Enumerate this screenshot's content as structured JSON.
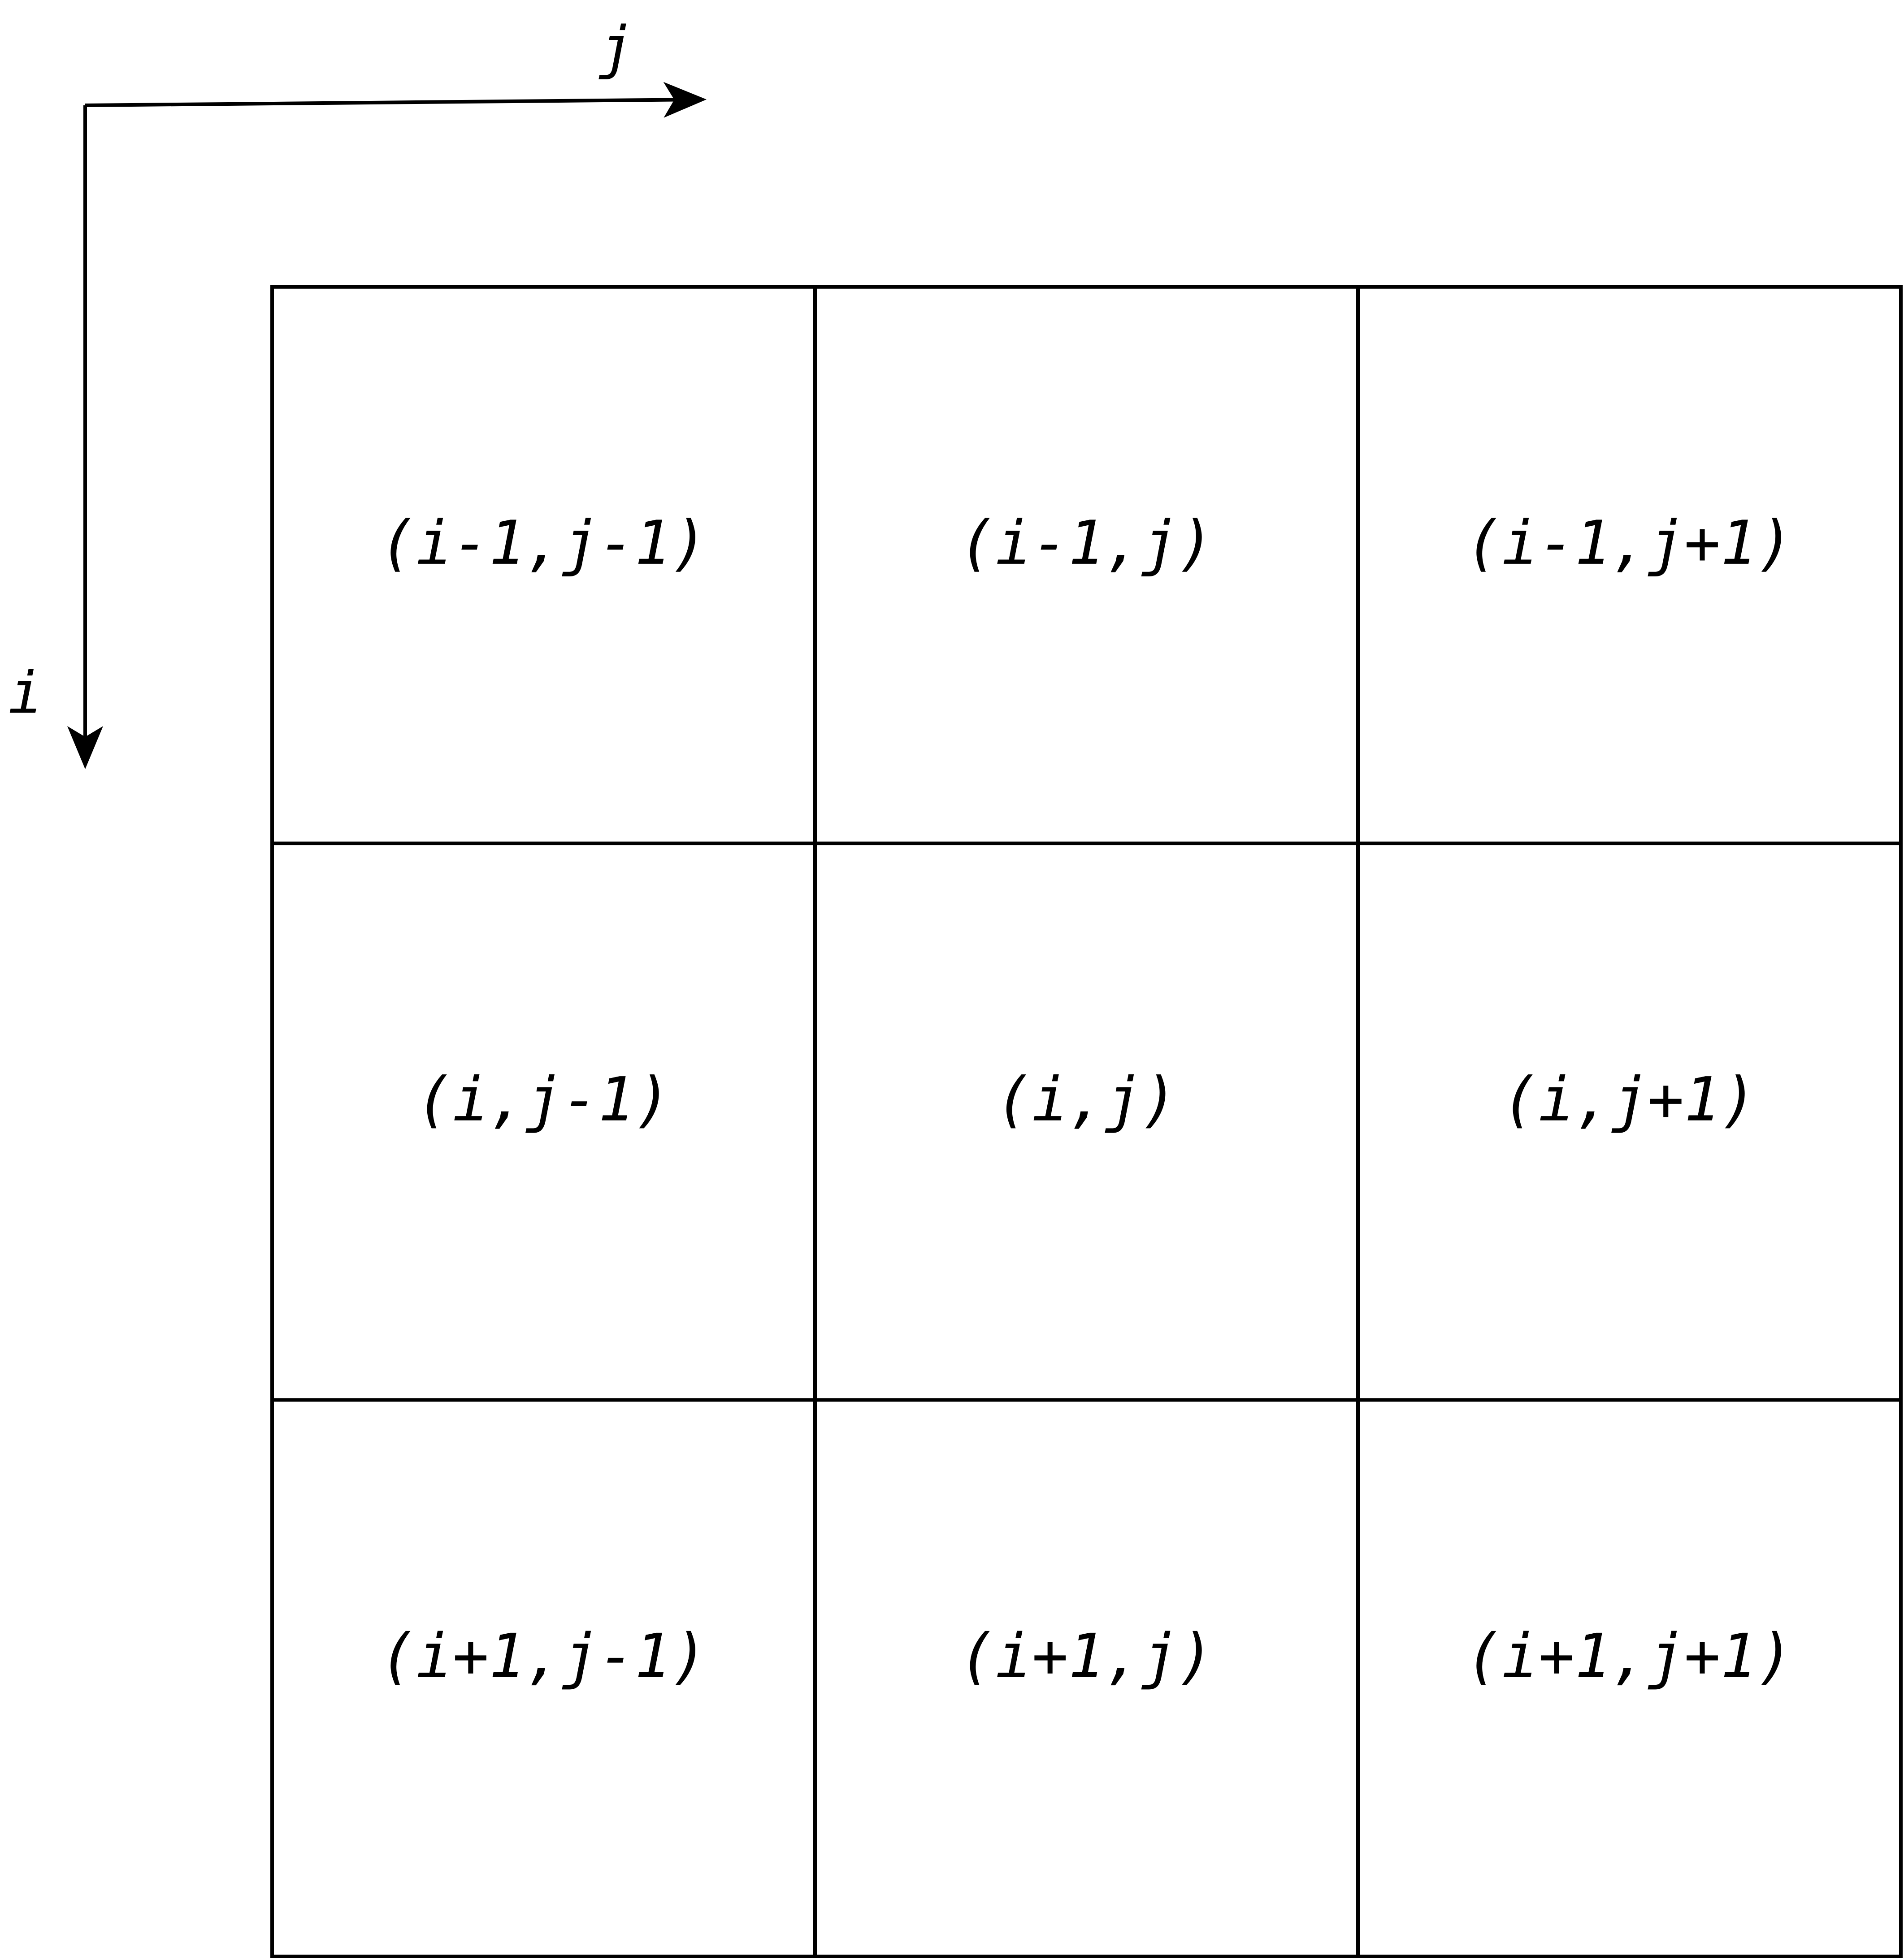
{
  "axes": {
    "horizontal_label": "j",
    "vertical_label": "i"
  },
  "grid": {
    "rows": [
      [
        "(i-1,j-1)",
        "(i-1,j)",
        "(i-1,j+1)"
      ],
      [
        "(i,j-1)",
        "(i,j)",
        "(i,j+1)"
      ],
      [
        "(i+1,j-1)",
        "(i+1,j)",
        "(i+1,j+1)"
      ]
    ]
  },
  "colors": {
    "stroke": "#000000",
    "background": "#ffffff"
  }
}
